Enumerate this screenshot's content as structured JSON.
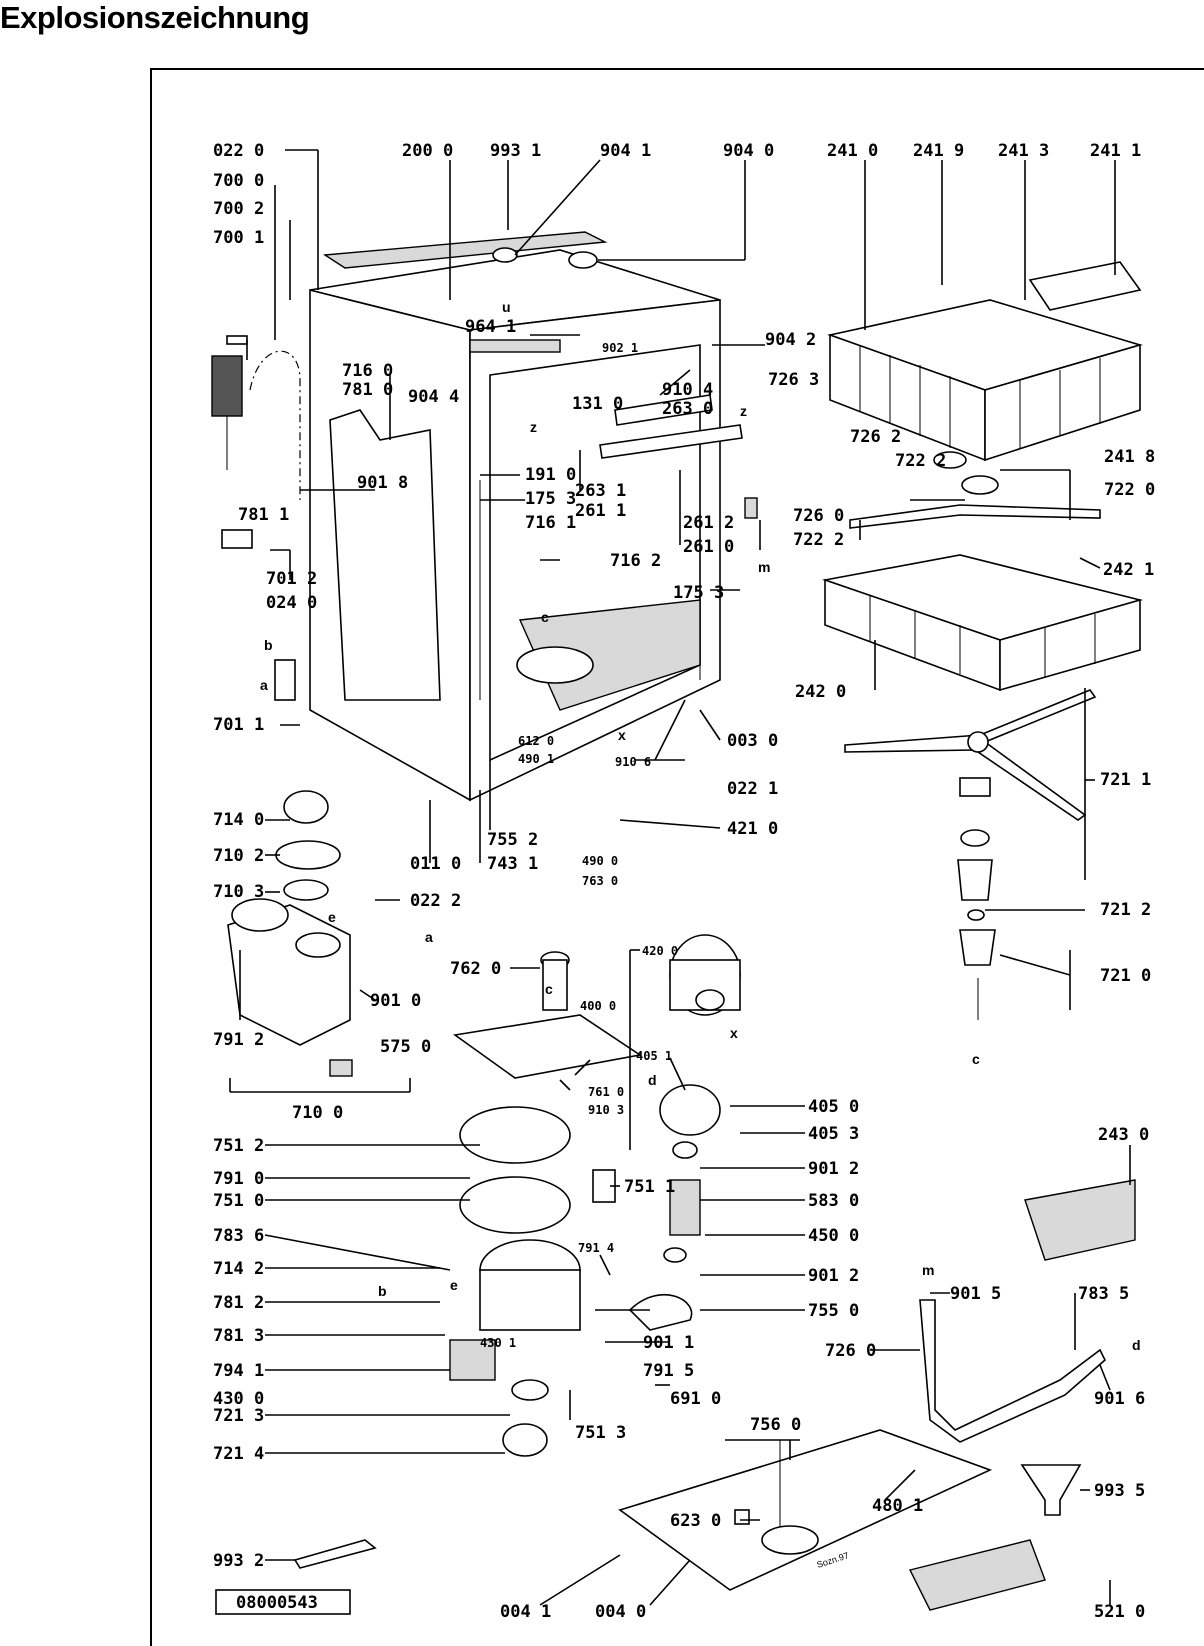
{
  "title": "Explosionszeichnung",
  "document_number": "08000543",
  "signature": "Sozn.97",
  "part_labels": [
    "022 0",
    "200 0",
    "993 1",
    "904 1",
    "904 0",
    "241 0",
    "241 9",
    "241 3",
    "241 1",
    "700 0",
    "700 2",
    "700 1",
    "964 1",
    "902 1",
    "904 2",
    "716 0",
    "781 0",
    "904 4",
    "910 4",
    "726 3",
    "263 0",
    "131 0",
    "726 2",
    "901 8",
    "722 2",
    "241 8",
    "722 0",
    "263 1",
    "261 1",
    "191 0",
    "175 3",
    "781 1",
    "716 1",
    "261 2",
    "261 0",
    "726 0",
    "722 2",
    "716 2",
    "701 2",
    "024 0",
    "175 3",
    "242 1",
    "242 0",
    "701 1",
    "003 0",
    "612 0",
    "490 1",
    "910 6",
    "022 1",
    "714 0",
    "755 2",
    "421 0",
    "721 1",
    "710 2",
    "011 0",
    "743 1",
    "490 0",
    "763 0",
    "710 3",
    "022 2",
    "721 2",
    "420 0",
    "762 0",
    "400 0",
    "721 0",
    "901 0",
    "791 2",
    "575 0",
    "405 1",
    "761 0",
    "910 3",
    "405 0",
    "710 0",
    "405 3",
    "751 2",
    "243 0",
    "751 1",
    "901 2",
    "791 0",
    "583 0",
    "751 0",
    "450 0",
    "783 6",
    "791 4",
    "901 2",
    "714 2",
    "755 0",
    "781 2",
    "901 5",
    "783 5",
    "781 3",
    "430 1",
    "901 1",
    "726 0",
    "794 1",
    "791 5",
    "901 6",
    "430 0",
    "691 0",
    "751 3",
    "721 3",
    "756 0",
    "721 4",
    "480 1",
    "623 0",
    "993 5",
    "993 2",
    "004 1",
    "004 0",
    "521 0"
  ],
  "letters": [
    "u",
    "z",
    "z",
    "m",
    "c",
    "b",
    "a",
    "x",
    "e",
    "a",
    "c",
    "x",
    "d",
    "b",
    "e",
    "m",
    "d",
    "c"
  ]
}
